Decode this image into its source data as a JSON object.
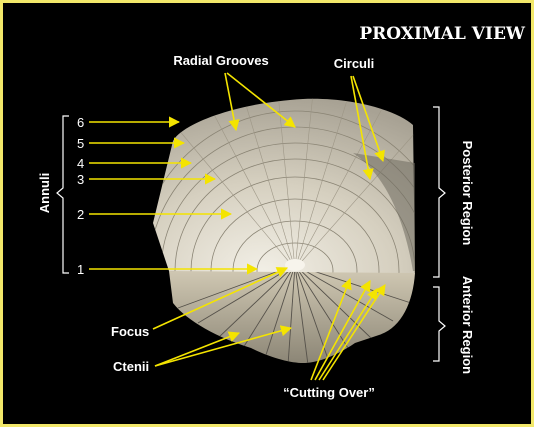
{
  "title": "PROXIMAL VIEW",
  "labels": {
    "radial_grooves": "Radial Grooves",
    "circuli": "Circuli",
    "annuli": "Annuli",
    "posterior_region": "Posterior Region",
    "anterior_region": "Anterior Region",
    "focus": "Focus",
    "ctenii": "Ctenii",
    "cutting_over": "“Cutting Over”"
  },
  "annulus_numbers": [
    "1",
    "2",
    "3",
    "4",
    "5",
    "6"
  ],
  "colors": {
    "background": "#000000",
    "border": "#f2e86a",
    "arrow": "#f4e400",
    "text": "#ffffff",
    "scale": "#d8d0bc"
  }
}
